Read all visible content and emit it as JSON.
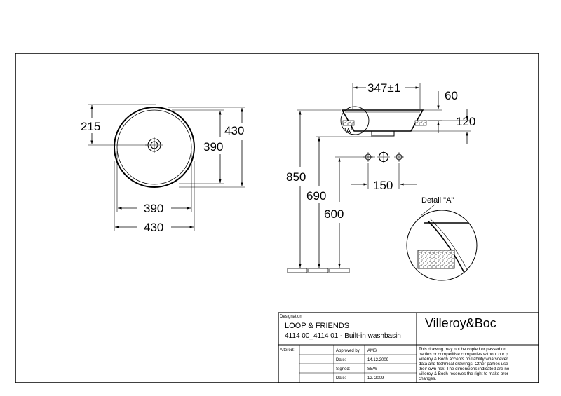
{
  "top_view": {
    "dim_215": "215",
    "dim_430_right": "430",
    "dim_390_right": "390",
    "dim_390_bottom": "390",
    "dim_430_bottom": "430"
  },
  "side_view": {
    "dim_347": "347±1",
    "dim_60": "60",
    "dim_120": "120",
    "detail_marker": "\"A\"",
    "dim_850": "850",
    "dim_690": "690",
    "dim_600": "600",
    "dim_150": "150"
  },
  "detail": {
    "label": "Detail \"A\""
  },
  "title_block": {
    "designation_label": "Designation",
    "product_name": "LOOP & FRIENDS",
    "product_desc": "4114 00_4114 01 - Built-in washbasin",
    "brand": "Villeroy&Boc",
    "altered_label": "Altered:",
    "approved_label": "Approved by:",
    "approved_value": "AMS",
    "date1_label": "Date:",
    "date1_value": "14.12.2009",
    "signed_label": "Signed:",
    "signed_value": "SEW",
    "date2_label": "Date:",
    "date2_value": "12. 2009",
    "notice_lines": [
      "This drawing may not be copied or passed on t",
      "parties or competitive companies without our p",
      "Villeroy & Boch accepts no liability whatsoever",
      "data and technical drawings. Other parties use",
      "their own risk. The dimensions indicated are no",
      "Villeroy & Boch reserves the right to make pror",
      "changes."
    ]
  }
}
